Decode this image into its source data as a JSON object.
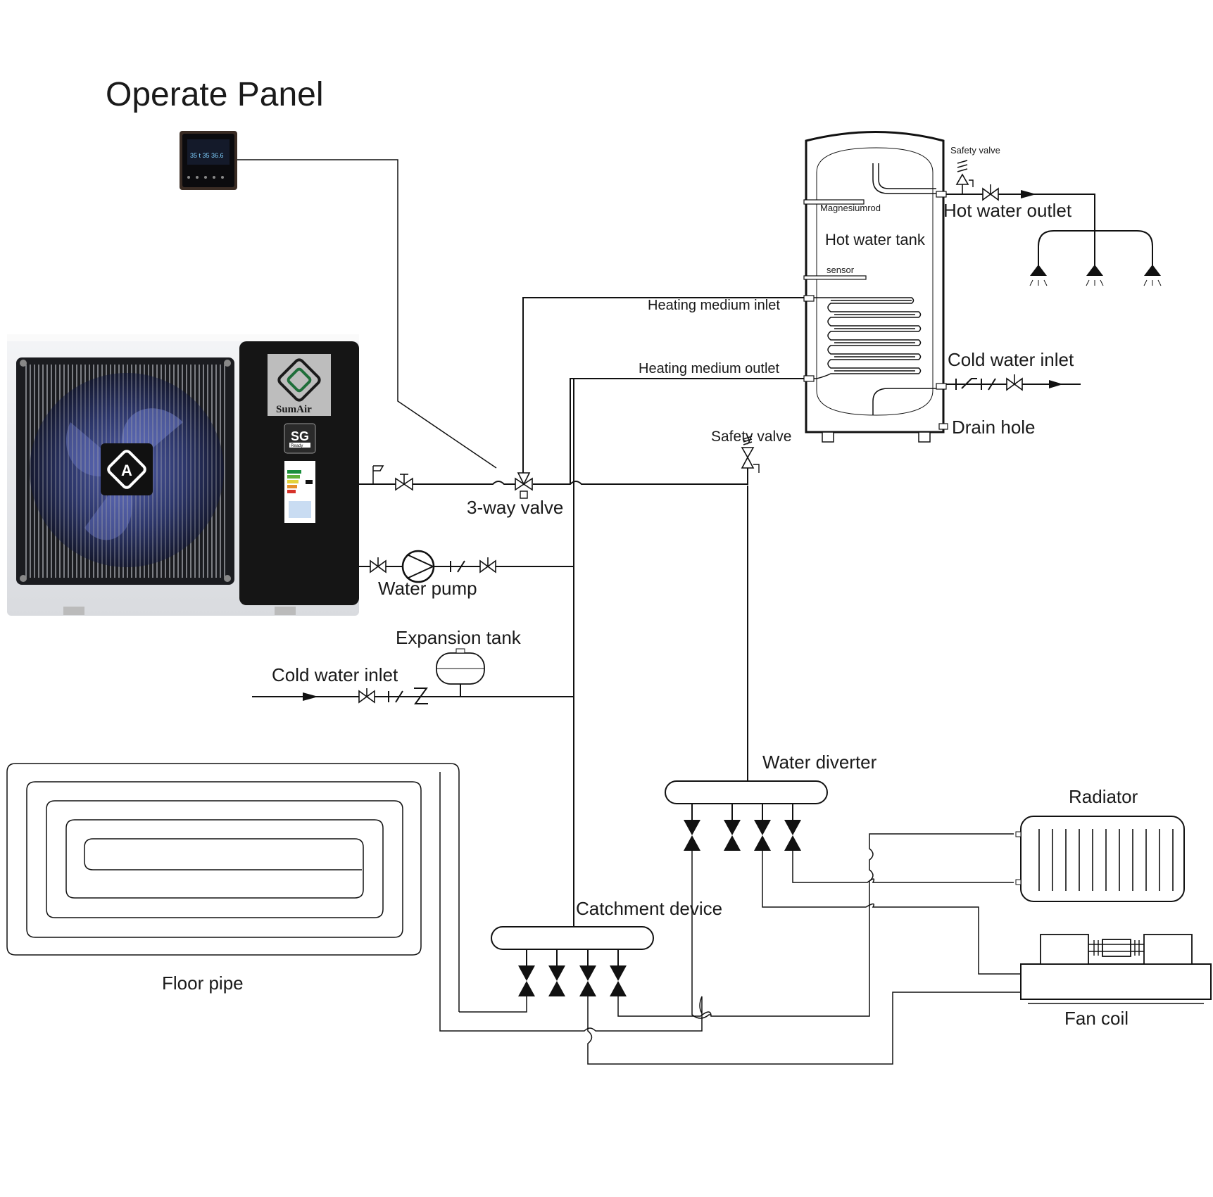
{
  "title": "Operate Panel",
  "brand": "SumAir",
  "badges": {
    "sg": "SG",
    "sg_sub": "Ready"
  },
  "panel_display": "35 t  35  36.6",
  "tank": {
    "name": "Hot water tank",
    "magnesium_rod": "Magnesiumrod",
    "sensor": "sensor",
    "heating_inlet": "Heating medium  inlet",
    "heating_outlet": "Heating medium  outlet",
    "safety_valve": "Safety valve",
    "hot_water_outlet": "Hot water outlet",
    "cold_water_inlet": "Cold water inlet",
    "drain_hole": "Drain hole"
  },
  "circuit": {
    "safety_valve": "Safety valve",
    "three_way_valve": "3-way valve",
    "water_pump": "Water pump",
    "expansion_tank": "Expansion tank",
    "cold_water_inlet": "Cold water inlet"
  },
  "distribution": {
    "water_diverter": "Water diverter",
    "catchment_device": "Catchment device",
    "floor_pipe": "Floor pipe",
    "radiator": "Radiator",
    "fan_coil": "Fan coil"
  },
  "colors": {
    "unit_body": "#e9eaec",
    "unit_panel": "#151515",
    "fan_blue": "#3b4a9a",
    "line": "#111111"
  }
}
